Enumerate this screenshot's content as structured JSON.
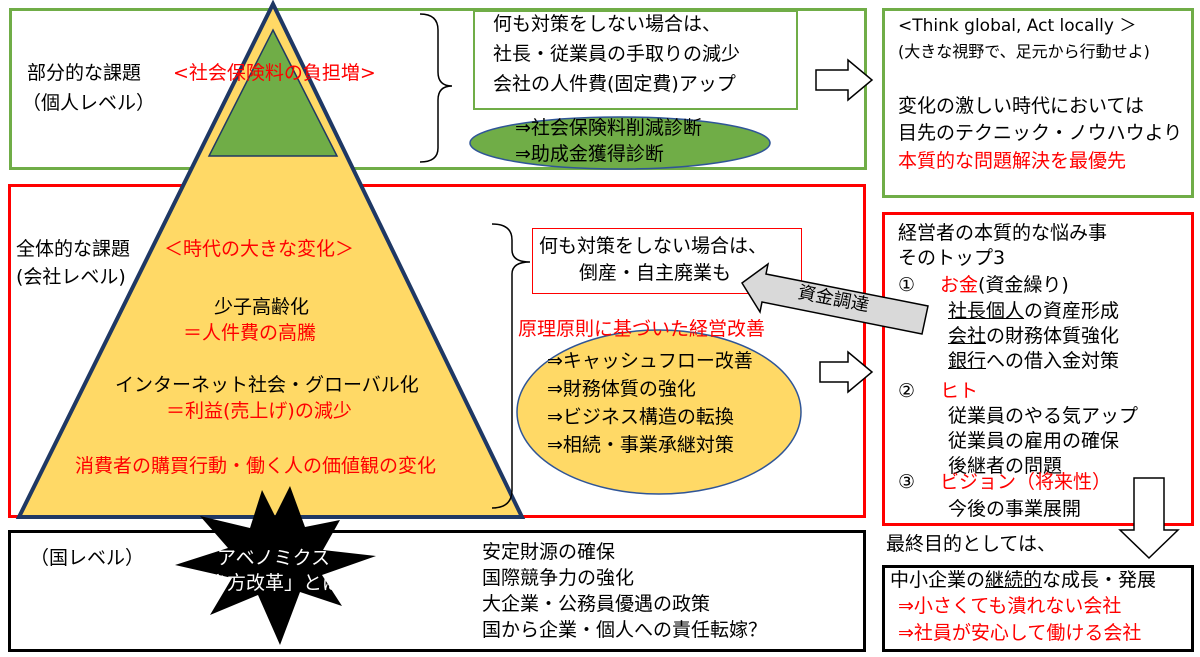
{
  "colors": {
    "green_border": "#70ad47",
    "red_border": "#ff0000",
    "dark_green_fill": "#70ad47",
    "yellow_fill": "#ffd966",
    "navy_edge": "#1f3864",
    "red_text": "#ff0000"
  },
  "top_section": {
    "label_line1": "部分的な課題",
    "label_highlight": "<社会保険料の負担増>",
    "label_line2": "（個人レベル）",
    "no_action_lines": [
      "何も対策をしない場合は、",
      "社長・従業員の手取りの減少",
      "会社の人件費(固定費)アップ"
    ],
    "ellipse_lines": [
      "⇒社会保険料削減診断",
      "⇒助成金獲得診断"
    ]
  },
  "think_global": {
    "lines": [
      "<Think global, Act locally ＞",
      "(大きな視野で、足元から行動せよ)"
    ],
    "body_lines": [
      "変化の激しい時代においては",
      "目先のテクニック・ノウハウより"
    ],
    "highlight": "本質的な問題解決を最優先"
  },
  "middle_section": {
    "label_line1": "全体的な課題",
    "label_line2": "(会社レベル)",
    "era_change": "＜時代の大きな変化＞",
    "aging_line1": "少子高齢化",
    "aging_line2": "＝人件費の高騰",
    "internet_line1": "インターネット社会・グローバル化",
    "internet_line2": "＝利益(売上げ)の減少",
    "consumer_change": "消費者の購買行動・働く人の価値観の変化",
    "no_action_lines": [
      "何も対策をしない場合は、",
      "倒産・自主廃業も"
    ],
    "principle": "原理原則に基づいた経営改善",
    "ellipse_lines": [
      "⇒キャッシュフロー改善",
      "⇒財務体質の強化",
      "⇒ビジネス構造の転換",
      "⇒相続・事業承継対策"
    ],
    "funding_arrow_label": "資金調達"
  },
  "worries": {
    "title_lines": [
      "経営者の本質的な悩み事",
      "そのトップ3"
    ],
    "items": [
      {
        "num": "①",
        "head": "お金",
        "head_suffix": "(資金繰り)",
        "subs": [
          "社長個人の資産形成",
          "会社の財務体質強化",
          "銀行への借入金対策"
        ]
      },
      {
        "num": "②",
        "head": "ヒト",
        "head_suffix": "",
        "subs": [
          "従業員のやる気アップ",
          "従業員の雇用の確保",
          "後継者の問題"
        ]
      },
      {
        "num": "③",
        "head": "ビジョン（将来性）",
        "head_suffix": "",
        "subs": [
          "今後の事業展開"
        ]
      }
    ],
    "underline_prefixes": [
      "社長個人",
      "会社",
      "銀行"
    ]
  },
  "final_goal": {
    "lead": "最終目的としては、",
    "line1_prefix": "中小企業の",
    "line1_underlined": "継続的",
    "line1_suffix": "な成長・発展",
    "lines_red": [
      "⇒小さくても潰れない会社",
      "⇒社員が安心して働ける会社"
    ]
  },
  "national": {
    "label": "（国レベル）",
    "burst_lines": [
      "アベノミクス",
      "「働き方改革」とは？"
    ],
    "items": [
      "安定財源の確保",
      "国際競争力の強化",
      "大企業・公務員優遇の政策",
      "国から企業・個人への責任転嫁？"
    ]
  }
}
